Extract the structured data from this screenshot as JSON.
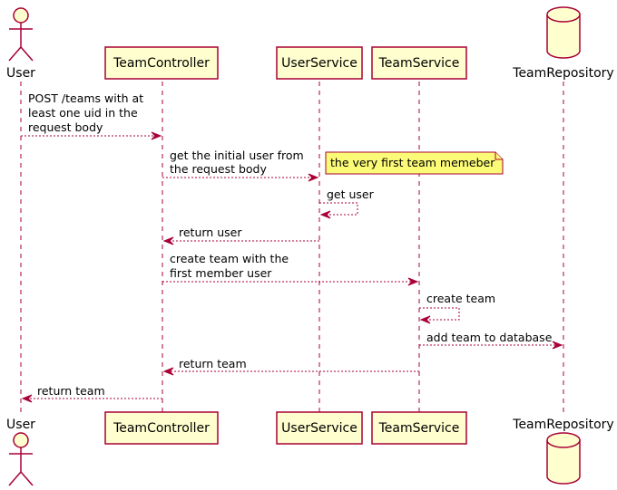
{
  "colors": {
    "line": "#A80036",
    "participant_fill": "#FEFECE",
    "note_fill": "#FBFB77"
  },
  "participants": {
    "user": {
      "label": "User",
      "kind": "actor"
    },
    "team_controller": {
      "label": "TeamController",
      "kind": "participant"
    },
    "user_service": {
      "label": "UserService",
      "kind": "participant"
    },
    "team_service": {
      "label": "TeamService",
      "kind": "participant"
    },
    "team_repository": {
      "label": "TeamRepository",
      "kind": "database"
    }
  },
  "messages": [
    {
      "from": "User",
      "to": "TeamController",
      "lines": [
        "POST /teams with at",
        "least one uid in the",
        "request body"
      ]
    },
    {
      "from": "TeamController",
      "to": "UserService",
      "lines": [
        "get the initial user from",
        "the request body"
      ]
    },
    {
      "from": "UserService",
      "to": "UserService",
      "lines": [
        "get user"
      ]
    },
    {
      "from": "UserService",
      "to": "TeamController",
      "lines": [
        "return user"
      ]
    },
    {
      "from": "TeamController",
      "to": "TeamService",
      "lines": [
        "create team with the",
        "first member user"
      ]
    },
    {
      "from": "TeamService",
      "to": "TeamService",
      "lines": [
        "create team"
      ]
    },
    {
      "from": "TeamService",
      "to": "TeamRepository",
      "lines": [
        "add team to database"
      ]
    },
    {
      "from": "TeamService",
      "to": "TeamController",
      "lines": [
        "return team"
      ]
    },
    {
      "from": "TeamController",
      "to": "User",
      "lines": [
        "return team"
      ]
    }
  ],
  "note": {
    "text": "the very first team memeber",
    "attached_to": "UserService"
  }
}
